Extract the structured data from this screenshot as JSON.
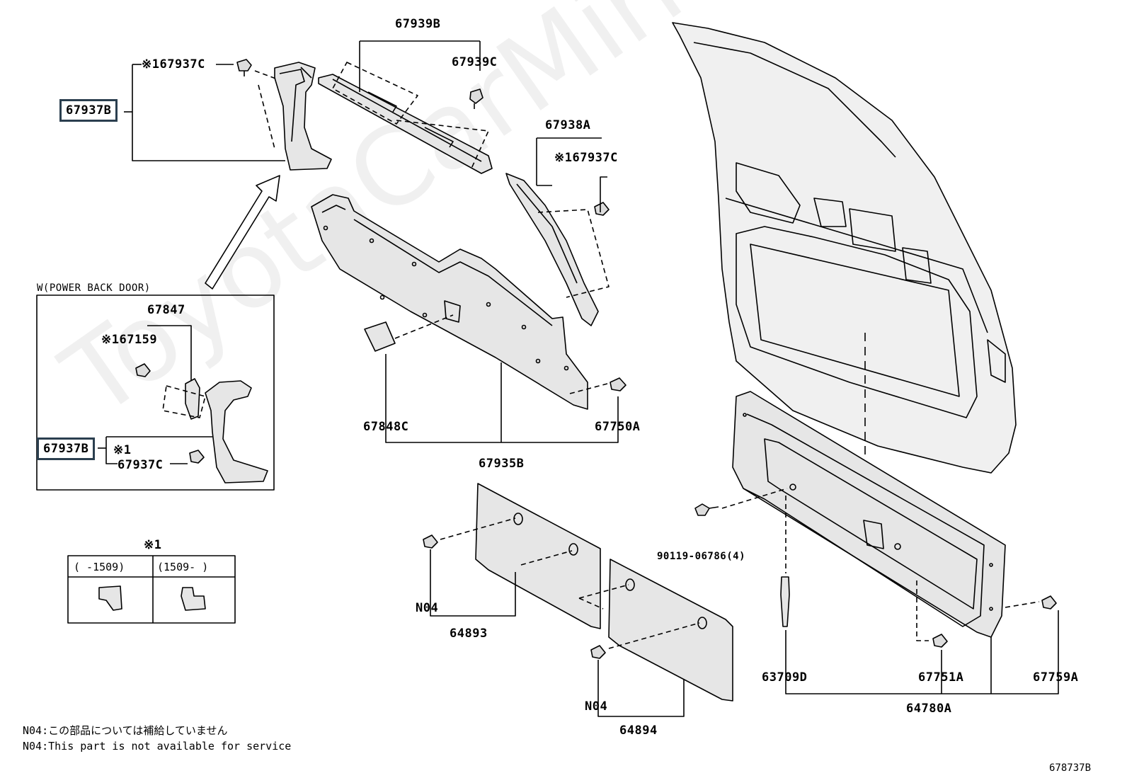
{
  "watermark": "ToyotaCarMirror.ru",
  "figure_id": "678737B",
  "labels": {
    "l67939B": "67939B",
    "l67939C": "67939C",
    "l67937C_top": "※167937C",
    "l67937B_top": "67937B",
    "l67938A": "67938A",
    "l67937C_right": "※167937C",
    "power_back_door": "W(POWER BACK DOOR)",
    "l67847": "67847",
    "l67159": "※167159",
    "l67937B_inset": "67937B",
    "note1_mark": "※1",
    "l67937C_inset": "67937C",
    "l67848C": "67848C",
    "l67750A": "67750A",
    "l67935B": "67935B",
    "l90119": "90119-06786(4)",
    "lN04_a": "N04",
    "l64893": "64893",
    "lN04_b": "N04",
    "l64894": "64894",
    "l63709D": "63709D",
    "l67751A": "67751A",
    "l67759A": "67759A",
    "l64780A": "64780A"
  },
  "legend": {
    "title": "※1",
    "col1": "(     -1509)",
    "col2": "(1509-     )"
  },
  "notes": {
    "jp": "N04:この部品については補給していません",
    "en": "N04:This part is not available for service"
  },
  "colors": {
    "line": "#000000",
    "highlight_border": "#2b3f4f",
    "part_fill": "#e6e6e6"
  }
}
